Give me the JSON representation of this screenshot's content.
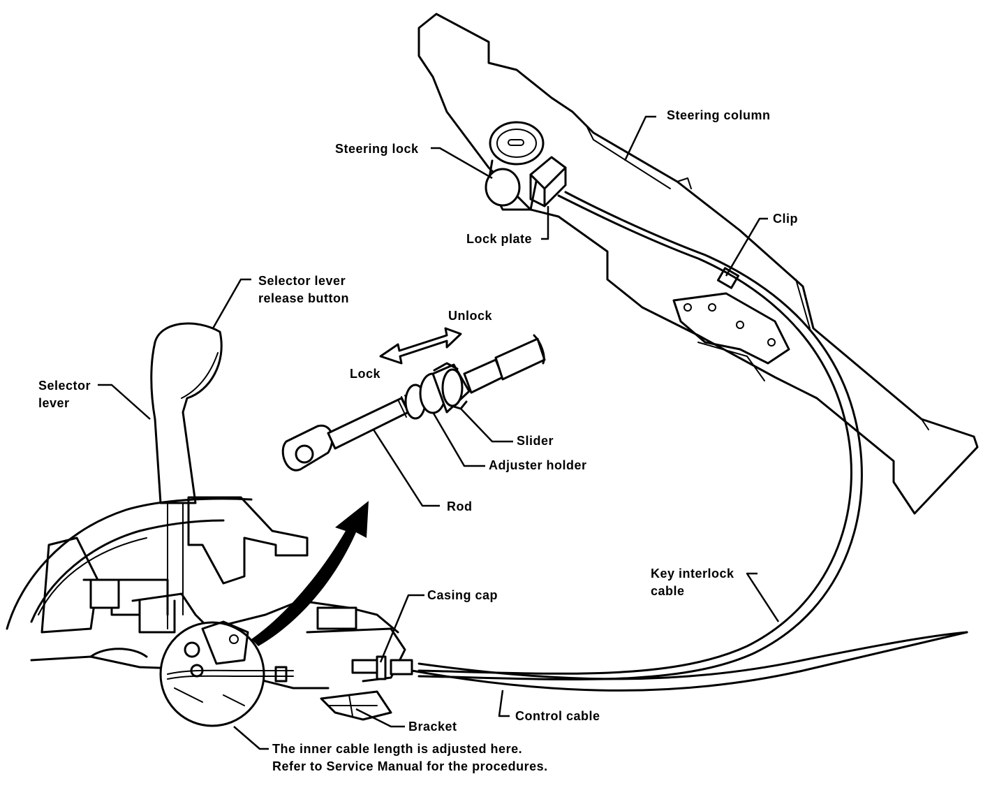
{
  "labels": {
    "steering_column": "Steering column",
    "steering_lock": "Steering lock",
    "clip": "Clip",
    "lock_plate": "Lock plate",
    "selector_release_1": "Selector lever",
    "selector_release_2": "release button",
    "unlock": "Unlock",
    "lock": "Lock",
    "selector_lever_1": "Selector",
    "selector_lever_2": "lever",
    "slider": "Slider",
    "adjuster_holder": "Adjuster holder",
    "rod": "Rod",
    "key_interlock_1": "Key interlock",
    "key_interlock_2": "cable",
    "casing_cap": "Casing cap",
    "bracket": "Bracket",
    "control_cable": "Control cable",
    "note_1": "The inner cable length is adjusted here.",
    "note_2": "Refer to Service Manual for the procedures."
  },
  "colors": {
    "line": "#000000",
    "background": "#ffffff"
  }
}
